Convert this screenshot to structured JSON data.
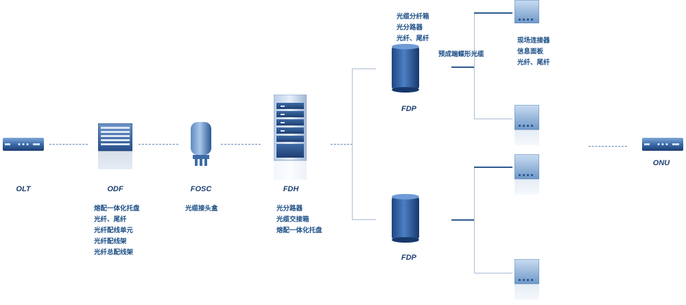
{
  "devices": {
    "olt": {
      "label": "OLT"
    },
    "odf": {
      "label": "ODF",
      "components": [
        "熔配一体化托盘",
        "光纤、尾纤",
        "光纤配线单元",
        "光纤配线架",
        "光纤总配线架"
      ]
    },
    "fosc": {
      "label": "FOSC",
      "components": [
        "光缆接头盒"
      ]
    },
    "fdh": {
      "label": "FDH",
      "components": [
        "光分路器",
        "光缆交接箱",
        "熔配一体化托盘"
      ]
    },
    "fdp_top": {
      "label": "FDP",
      "components": [
        "光缆分纤箱",
        "光分路器",
        "光纤、尾纤"
      ]
    },
    "fdp_bottom": {
      "label": "FDP"
    },
    "cable_label": "预成端蝶形光缆",
    "terminal_box": {
      "components": [
        "现场连接器",
        "信息面板",
        "光纤、尾纤"
      ]
    },
    "onu": {
      "label": "ONU"
    }
  },
  "colors": {
    "primary": "#1c4f86",
    "wire": "#a9bcd2",
    "device": "#2f5f9c"
  }
}
